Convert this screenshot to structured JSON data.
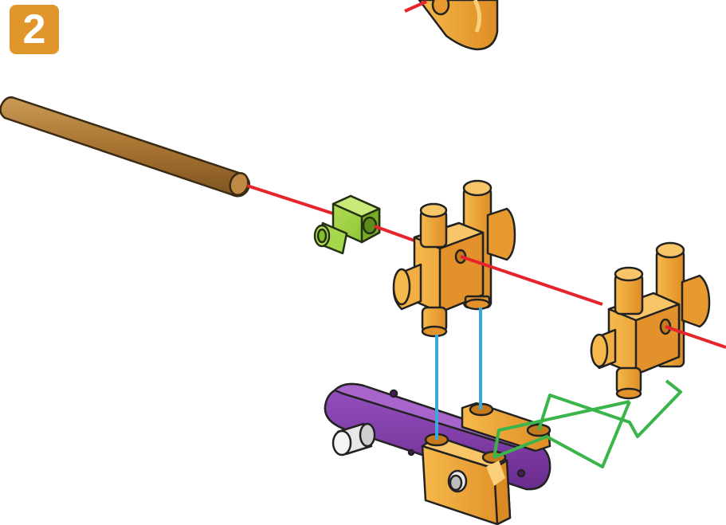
{
  "step": {
    "number": "2",
    "badge_color": "#e0962a"
  },
  "parts": [
    {
      "name": "wooden-rod",
      "color": "#b0803f"
    },
    {
      "name": "green-connector",
      "color": "#9ccf3a"
    },
    {
      "name": "yellow-cross-connector",
      "color": "#f0a53a"
    },
    {
      "name": "purple-crank-arm",
      "color": "#7f3aa6"
    },
    {
      "name": "silver-axle-pin",
      "color": "#e8e8e8"
    }
  ],
  "guide_lines": {
    "red": "#e5242b",
    "blue": "#3aa7dd",
    "green": "#39b54a"
  }
}
